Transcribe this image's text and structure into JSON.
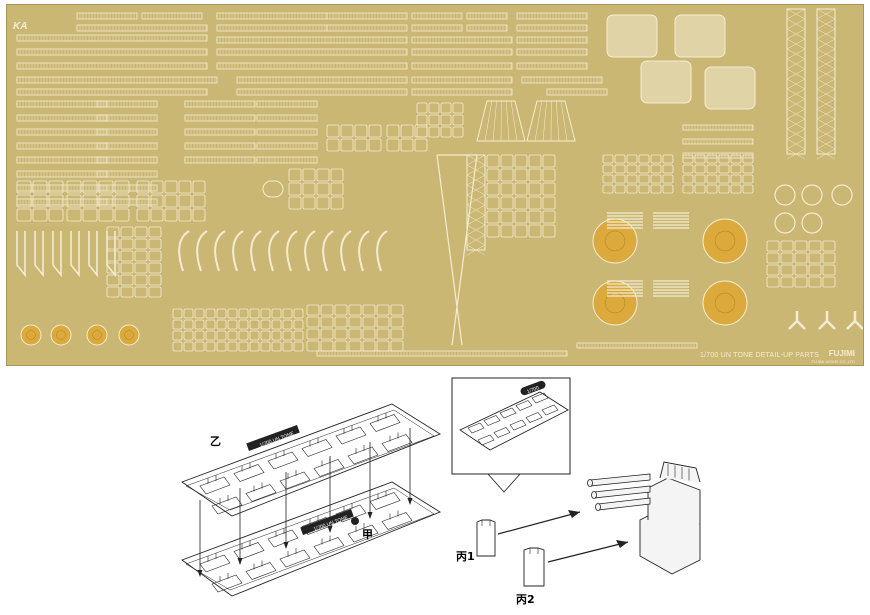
{
  "fret": {
    "brand": "KA",
    "product_label": "1/700 UN TONE DETAIL-UP PARTS",
    "maker": "FUJIMI",
    "maker_sub": "FUJIMI MOKEI CO.,LTD",
    "colors": {
      "brass": "#cbb774",
      "brass_dark": "#a8955a",
      "brass_light": "#f3ecd2",
      "gold_disk": "#dcaa3c"
    }
  },
  "instructions": {
    "label_otsu": "乙",
    "label_ko": "甲",
    "label_hei1": "丙1",
    "label_hei2": "丙2",
    "sheet_stamp_top": "1/700 UN TONE",
    "inset_stamp": "1/700",
    "sheet_stamp_bottom": "1/700 UN TONE"
  }
}
